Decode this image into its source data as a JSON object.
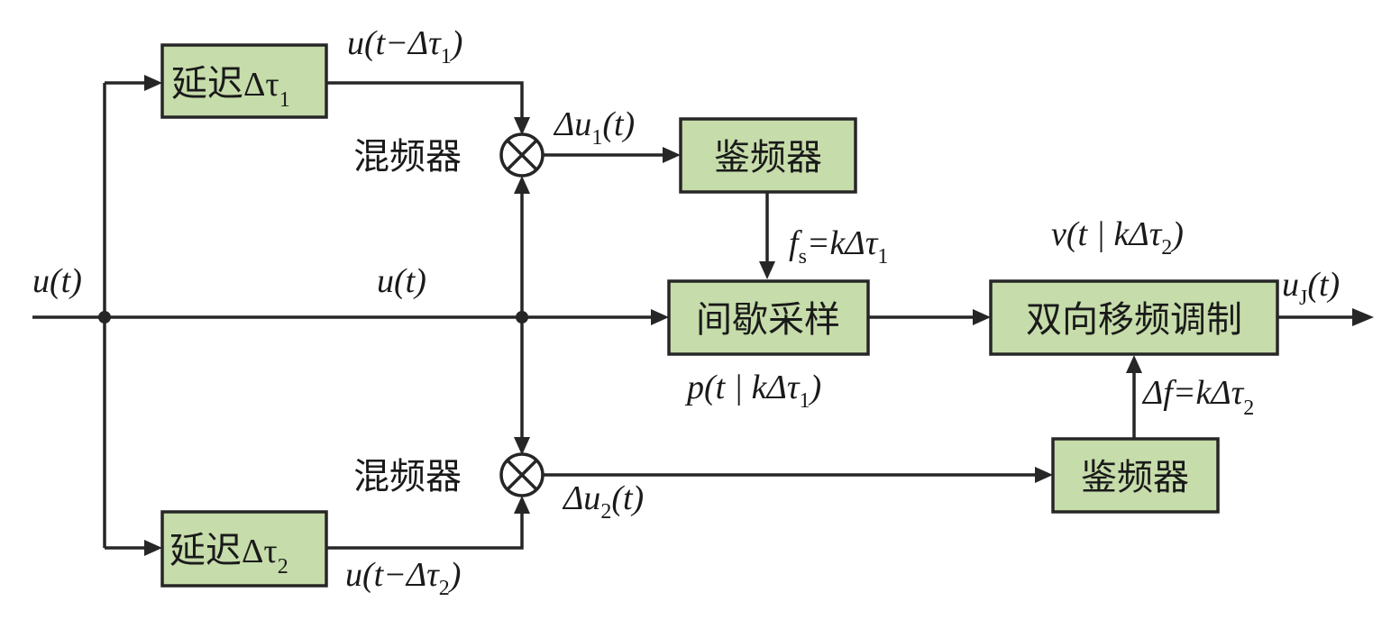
{
  "diagram": {
    "input_signal": "u(t)",
    "input_signal_mid": "u(t)",
    "blocks": {
      "delay1": {
        "label": "延迟",
        "symbol": "Δτ",
        "sub": "1"
      },
      "delay2": {
        "label": "延迟",
        "symbol": "Δτ",
        "sub": "2"
      },
      "discriminator1": {
        "label": "鉴频器"
      },
      "discriminator2": {
        "label": "鉴频器"
      },
      "sampling": {
        "label": "间歇采样"
      },
      "modulation": {
        "label": "双向移频调制"
      }
    },
    "mixers": {
      "mixer1": {
        "label": "混频器"
      },
      "mixer2": {
        "label": "混频器"
      }
    },
    "signals": {
      "delayed1": {
        "pre": "u(t−Δτ",
        "sub": "1",
        "post": ")"
      },
      "delayed2": {
        "pre": "u(t−Δτ",
        "sub": "2",
        "post": ")"
      },
      "du1": {
        "pre": "Δu",
        "sub": "1",
        "post": "(t)"
      },
      "du2": {
        "pre": "Δu",
        "sub": "2",
        "post": "(t)"
      },
      "fs": {
        "pre": "f",
        "sub": "s",
        "post": "=kΔτ",
        "sub2": "1"
      },
      "p": {
        "pre": "p(t | kΔτ",
        "sub": "1",
        "post": ")"
      },
      "v": {
        "pre": "v(t | kΔτ",
        "sub": "2",
        "post": ")"
      },
      "df": {
        "pre": "Δf=kΔτ",
        "sub": "2"
      },
      "output": {
        "pre": "u",
        "sub": "J",
        "post": "(t)"
      }
    },
    "colors": {
      "block_fill": "#c6dcaa",
      "line": "#262626"
    }
  }
}
